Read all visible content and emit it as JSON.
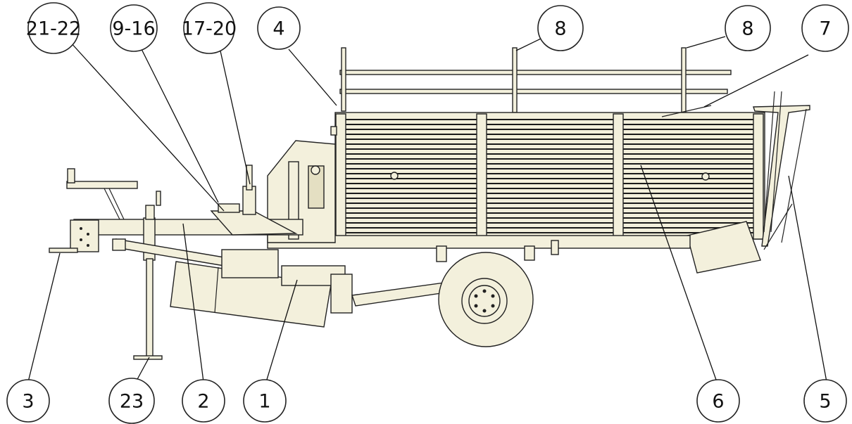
{
  "callouts": [
    {
      "label": "21-22"
    },
    {
      "label": "9-16"
    },
    {
      "label": "17-20"
    },
    {
      "label": "4"
    },
    {
      "label": "8"
    },
    {
      "label": "8"
    },
    {
      "label": "7"
    },
    {
      "label": "3"
    },
    {
      "label": "23"
    },
    {
      "label": "2"
    },
    {
      "label": "1"
    },
    {
      "label": "6"
    },
    {
      "label": "5"
    }
  ]
}
